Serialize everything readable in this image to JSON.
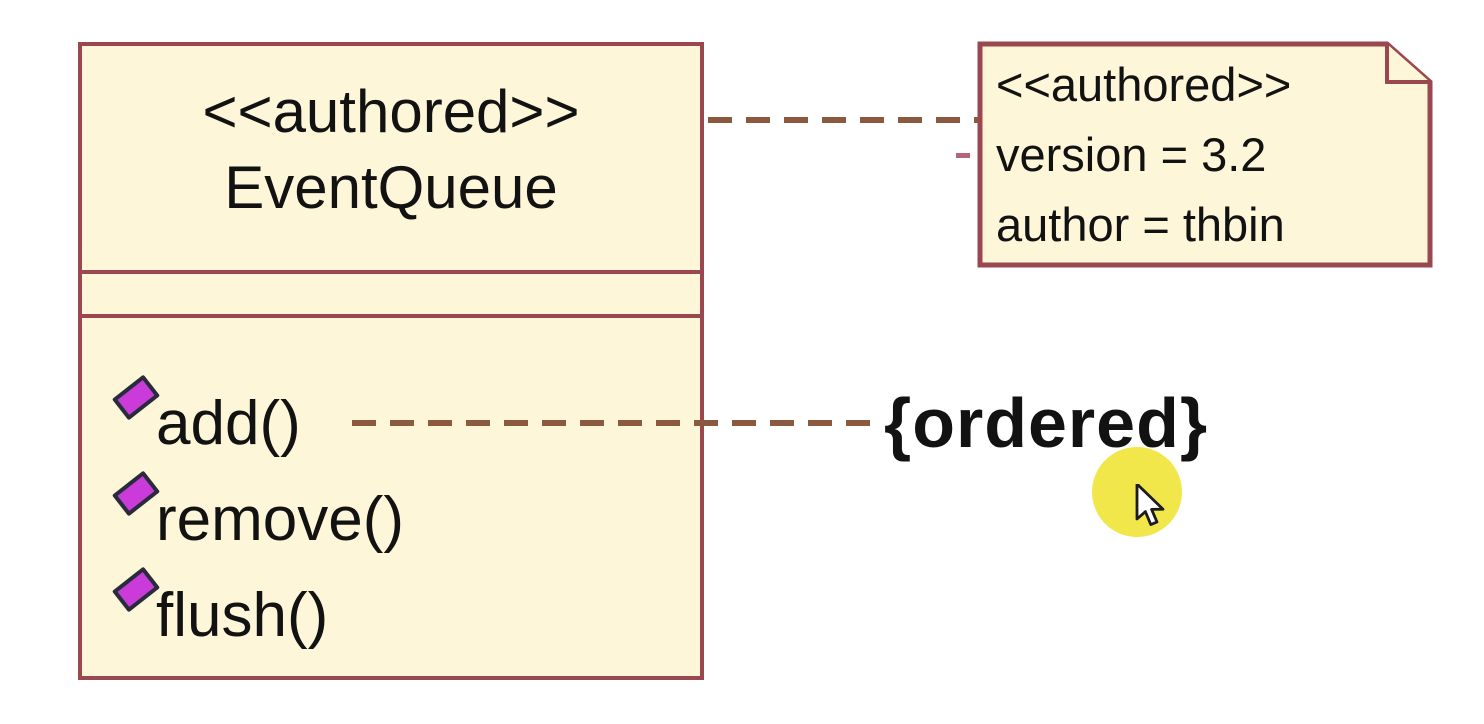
{
  "diagram": {
    "class_box": {
      "stereotype": "<<authored>>",
      "name": "EventQueue",
      "operations": [
        {
          "label": "add()"
        },
        {
          "label": "remove()"
        },
        {
          "label": "flush()"
        }
      ]
    },
    "note": {
      "line1": "<<authored>>",
      "line2": "version = 3.2",
      "line3": "author = thbin"
    },
    "constraint": {
      "label": "{ordered}"
    },
    "colors": {
      "canvas": "#ffffff",
      "box_fill": "#fdf6d8",
      "box_border": "#9a4750",
      "connector": "#8b5a3e",
      "operation_icon": "#cb3bd9",
      "click_highlight": "#f1e64a",
      "text": "#121212"
    }
  }
}
